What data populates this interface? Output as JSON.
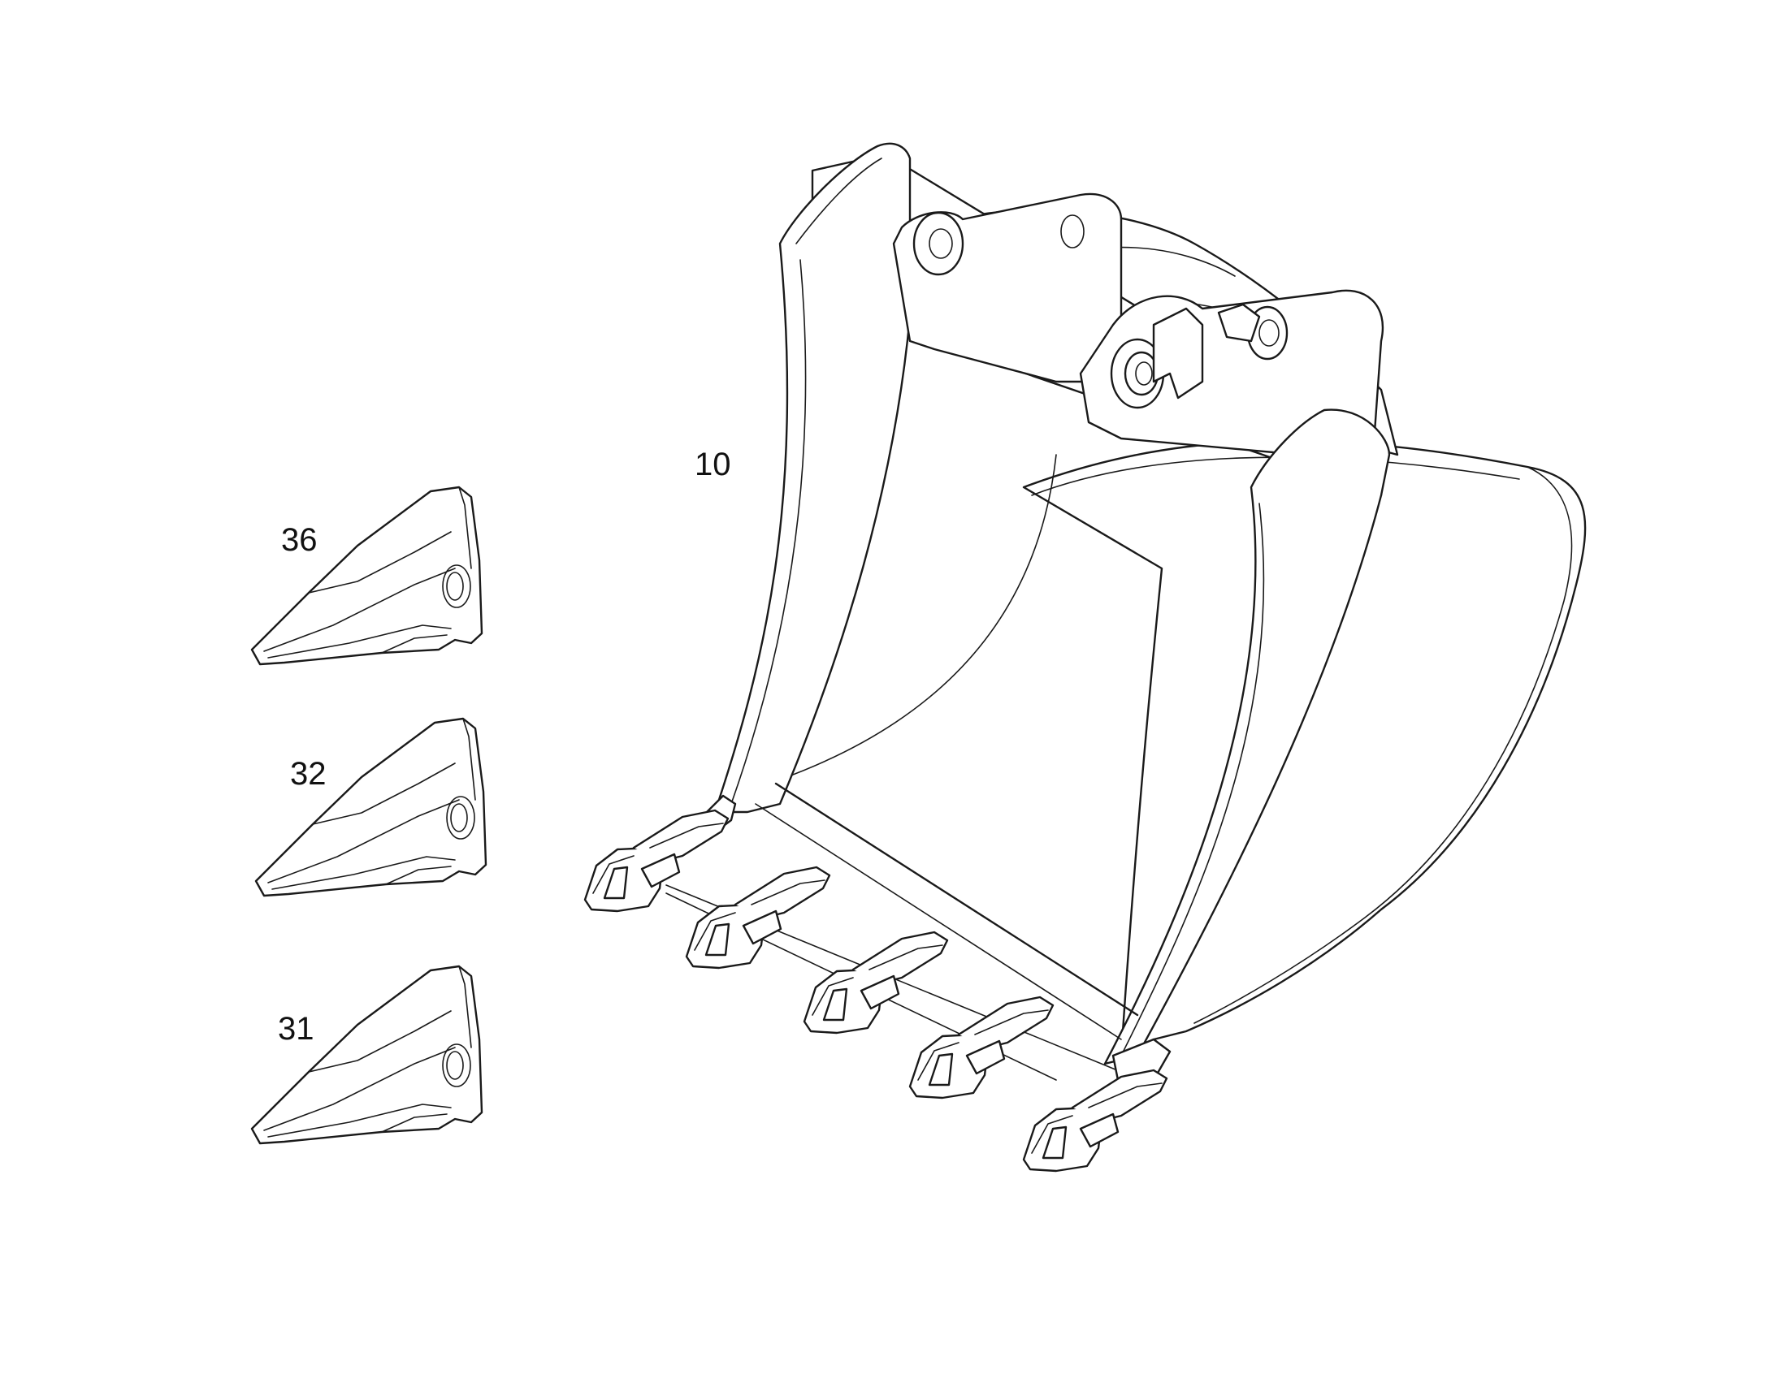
{
  "callouts": {
    "bucket": "10",
    "tooth_a": "36",
    "tooth_b": "32",
    "tooth_c": "31"
  },
  "colors": {
    "line": "#1a1a1a",
    "background": "#ffffff"
  }
}
